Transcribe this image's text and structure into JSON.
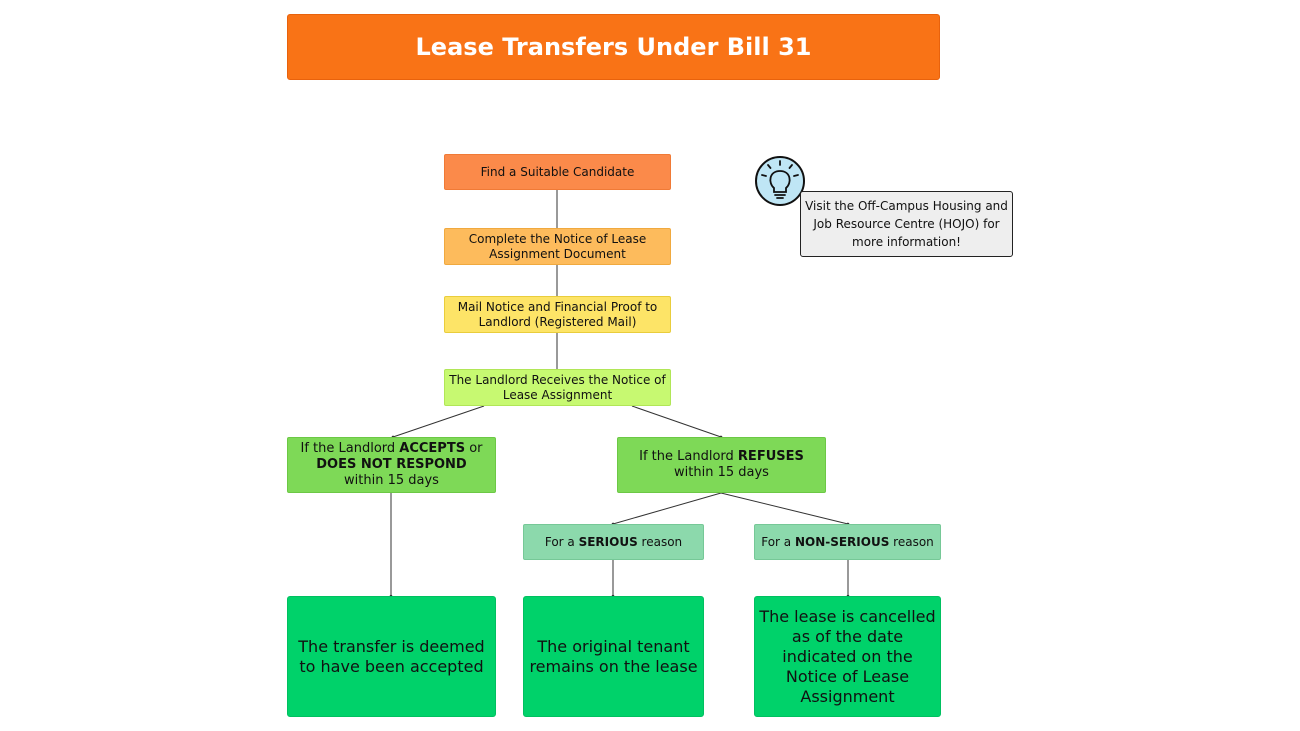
{
  "title": "Lease Transfers Under Bill 31",
  "steps": [
    "Find a Suitable Candidate",
    "Complete the Notice of Lease Assignment Document",
    "Mail Notice and Financial Proof to Landlord (Registered Mail)",
    "The Landlord Receives the Notice of Lease Assignment"
  ],
  "branches": {
    "accepts": {
      "pre": "If the Landlord ",
      "strong1": "ACCEPTS",
      "mid": " or ",
      "strong2": "DOES NOT RESPOND",
      "post": "within 15 days"
    },
    "refuses": {
      "pre": "If the Landlord ",
      "strong": "REFUSES",
      "post": "within 15 days"
    }
  },
  "reasons": {
    "serious": {
      "pre": "For a ",
      "strong": "SERIOUS",
      "post": " reason"
    },
    "non_serious": {
      "pre": "For a ",
      "strong": "NON-SERIOUS",
      "post": " reason"
    }
  },
  "outcomes": {
    "accepted": "The transfer is deemed to have been accepted",
    "serious": "The original tenant remains on the lease",
    "non_serious": "The lease is cancelled as of the date indicated on the Notice of Lease Assignment"
  },
  "tip": "Visit the Off-Campus Housing and Job Resource Centre (HOJO) for more information!",
  "colors": {
    "title_bg": "#f97316",
    "step1": "#fb8a4a",
    "step2": "#fdbb5c",
    "step3": "#fde467",
    "step4": "#c7f971",
    "branch": "#7ed957",
    "reason": "#8cd9ac",
    "outcome": "#00d26a",
    "tip_bg": "#eeeeee",
    "bulb_bg": "#bfe6f5"
  },
  "icons": {
    "tip": "lightbulb-icon"
  }
}
